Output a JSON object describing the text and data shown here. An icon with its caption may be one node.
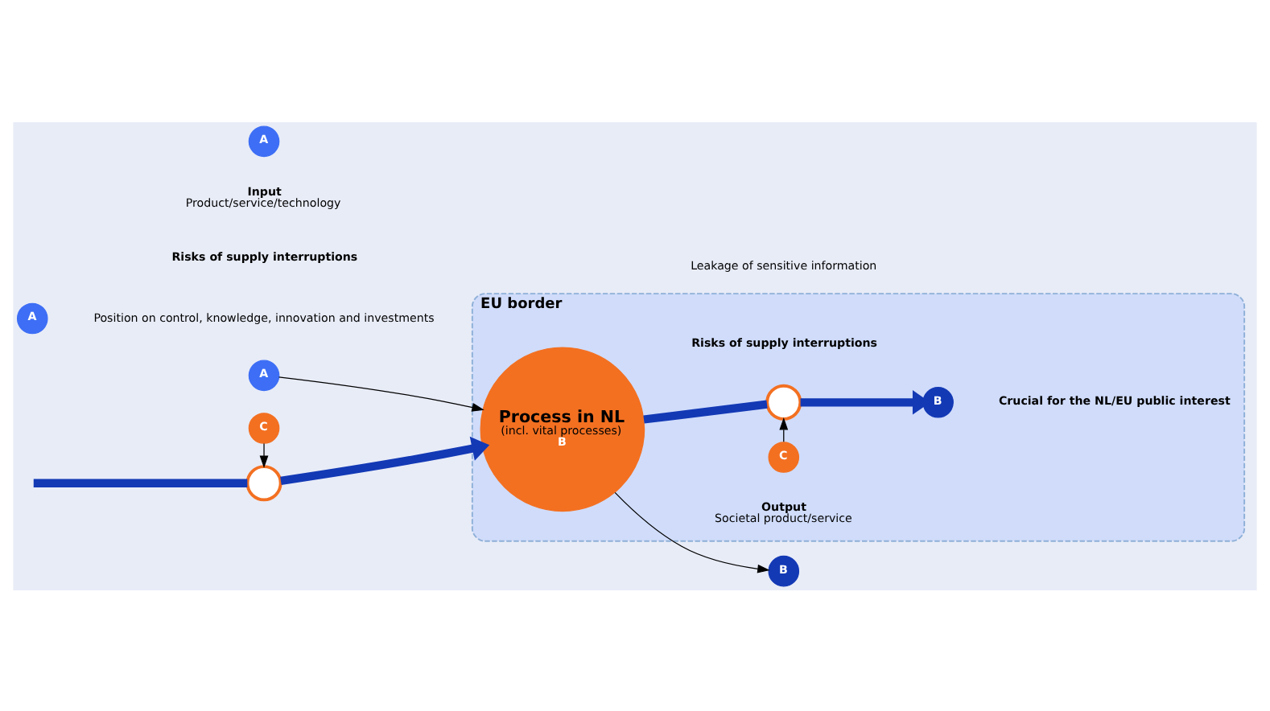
{
  "diagram": {
    "nodes": [
      {
        "text": [
          "EU border"
        ]
      },
      {
        "text": [
          "A"
        ]
      },
      {
        "text": [
          "Position on control, knowledge, innovation and investments"
        ]
      },
      {
        "text": [
          "A"
        ]
      },
      {
        "text": [
          "B"
        ]
      },
      {
        "text": [
          "Leakage of sensitive information"
        ]
      },
      {
        "text": [
          "Risks of supply interruptions"
        ]
      },
      {
        "text": [
          "C"
        ]
      },
      {
        "text": [],
        "shape": "circle"
      },
      {
        "text": [
          "Input",
          "Product/service/technology"
        ]
      },
      {
        "text": [
          "A"
        ]
      },
      {
        "text": [
          "Process in NL",
          "(incl. vital processes)",
          "B"
        ],
        "in": 0
      },
      {
        "text": [
          "Risks of supply interruptions"
        ],
        "in": 0
      },
      {
        "text": [
          "C"
        ],
        "in": 0
      },
      {
        "text": [],
        "shape": "circle",
        "in": 0
      },
      {
        "text": [
          "Output",
          "Societal product/service"
        ],
        "in": 0
      },
      {
        "text": [
          "B"
        ],
        "in": 0
      },
      {
        "text": [
          "Crucial for the NL/EU public interest"
        ],
        "in": 0
      }
    ],
    "edges": [
      {
        "from": null,
        "to": 8,
        "arrow": "none",
        "style": "thick",
        "color": "#1339b5"
      },
      {
        "from": 8,
        "to": 11,
        "arrow": "to",
        "style": "thick",
        "color": "#1339b5"
      },
      {
        "from": 11,
        "to": 14,
        "arrow": "none",
        "style": "thick",
        "color": "#1339b5"
      },
      {
        "from": 14,
        "to": 16,
        "arrow": "to",
        "style": "thick",
        "color": "#1339b5"
      },
      {
        "from": 7,
        "to": 8,
        "arrow": "to",
        "color": "#000000"
      },
      {
        "from": 13,
        "to": 14,
        "arrow": "to",
        "color": "#000000"
      },
      {
        "from": 3,
        "to": 11,
        "arrow": "to",
        "color": "#000000"
      },
      {
        "from": 11,
        "to": 4,
        "arrow": "to",
        "color": "#000000"
      }
    ]
  }
}
